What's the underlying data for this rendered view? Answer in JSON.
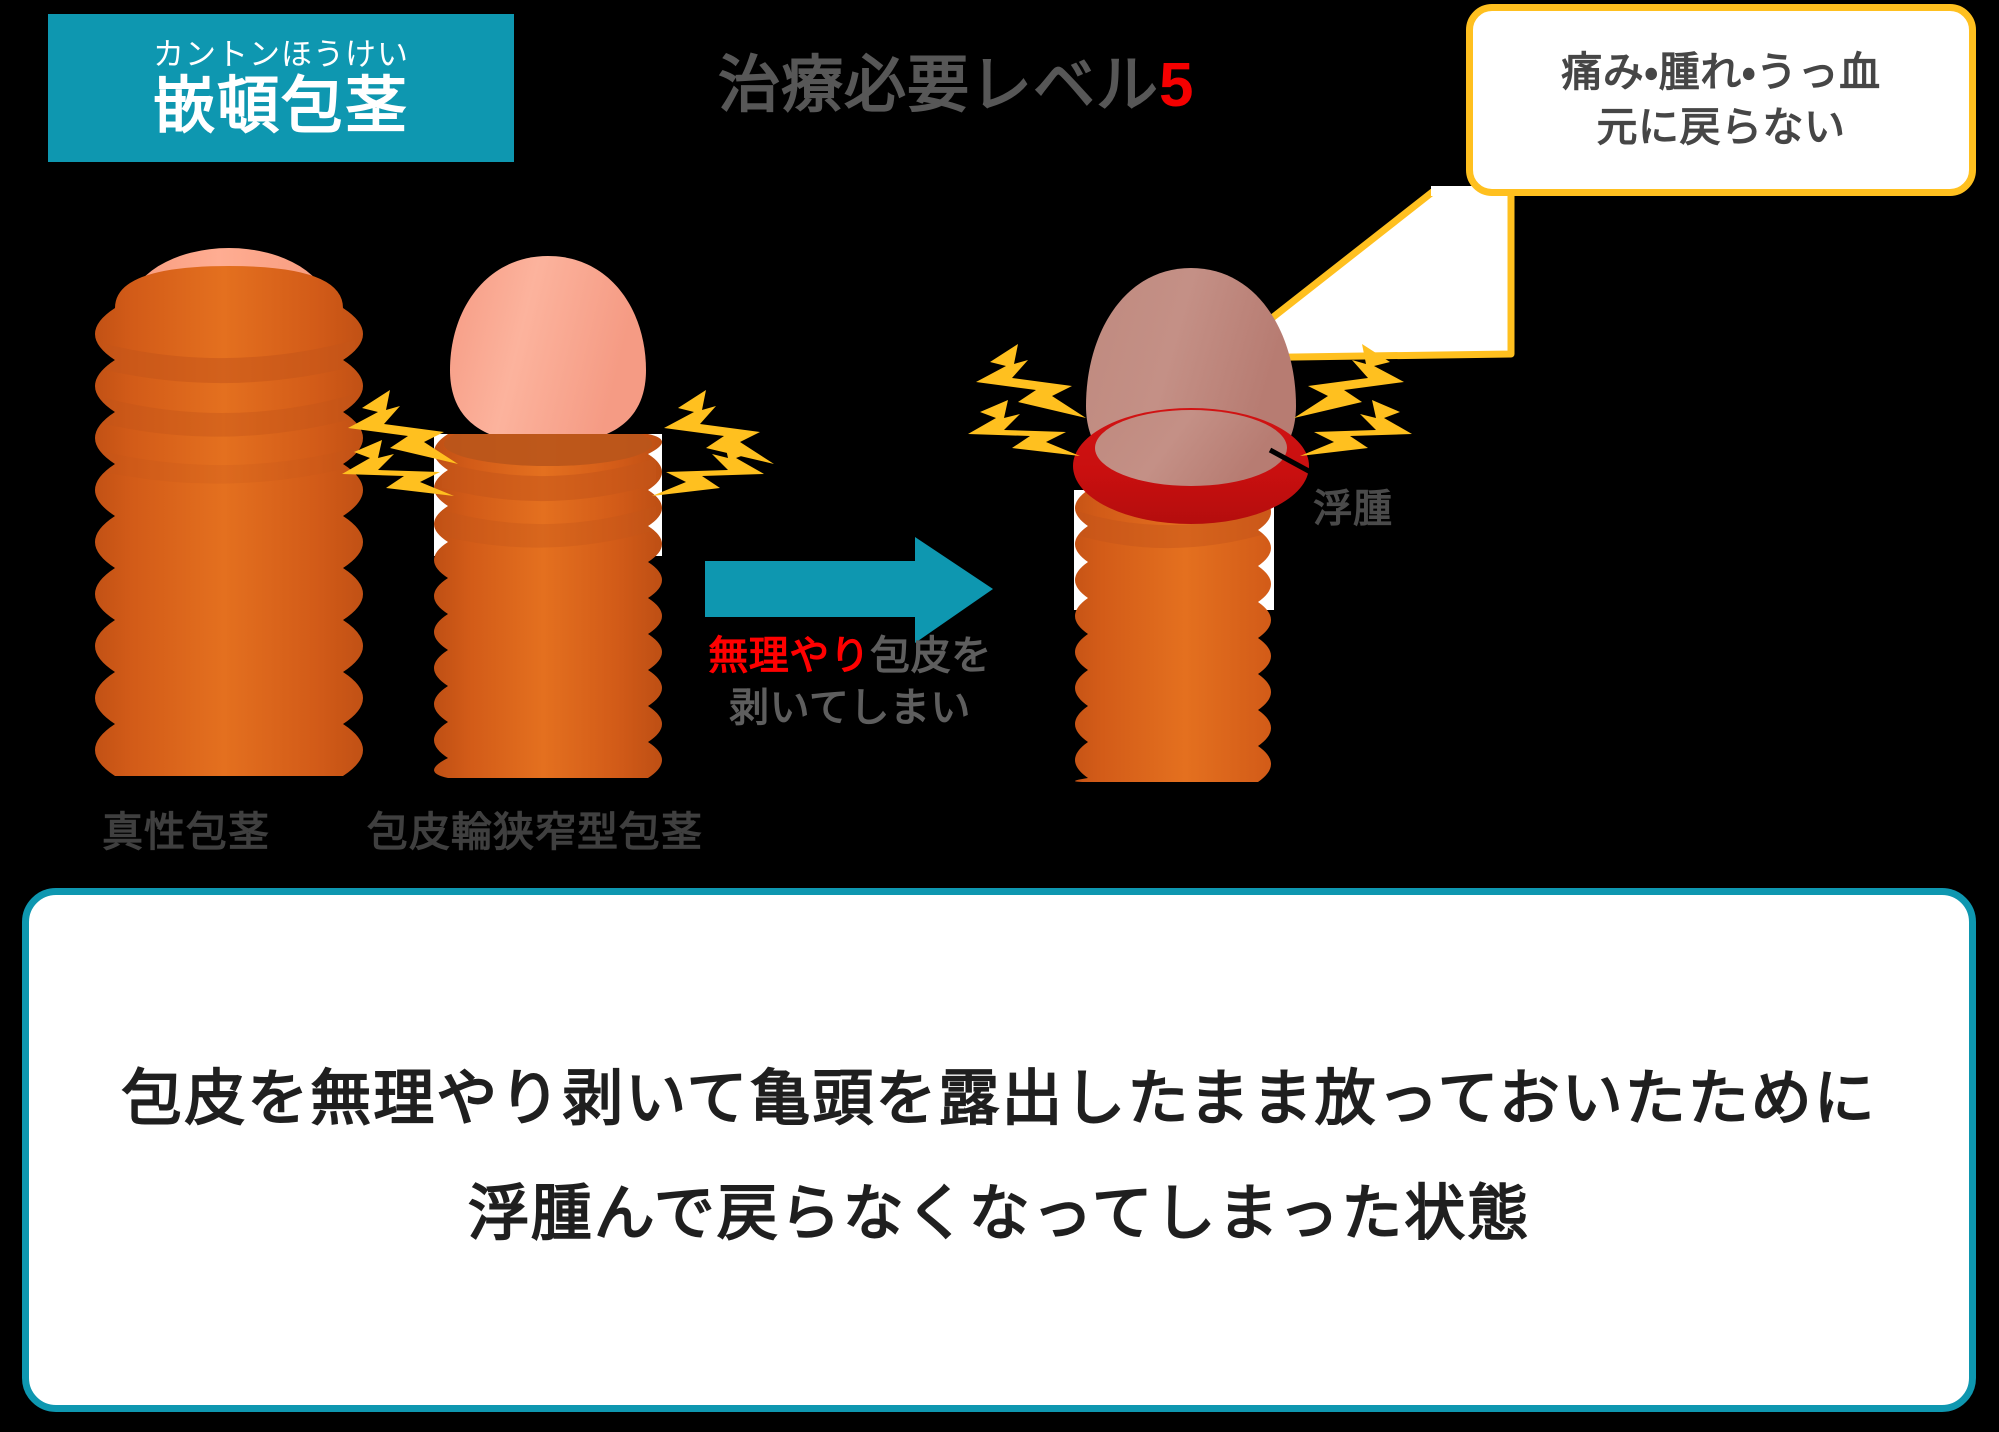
{
  "title_badge": {
    "furigana": "カントンほうけい",
    "main": "嵌頓包茎",
    "bg_color": "#0e97b0",
    "text_color": "#ffffff"
  },
  "level_heading": {
    "text": "治療必要レベル",
    "number": "5",
    "text_color": "#575757",
    "number_color": "#f50000"
  },
  "speech_bubble": {
    "line1": "痛み・腫れ・うっ血",
    "line2": "元に戻らない",
    "border_color": "#ffc01f",
    "bg_color": "#ffffff",
    "text_color": "#464646"
  },
  "figures": [
    {
      "id": "shinsei",
      "label": "真性包茎",
      "glans_color": "#ffa98d",
      "shaft_color": "#d9601c"
    },
    {
      "id": "kyosaku",
      "label": "包皮輪狭窄型包茎",
      "glans_color": "#fba994",
      "shaft_color": "#d9601c"
    },
    {
      "id": "kanton",
      "label": "",
      "glans_color": "#be8379",
      "shaft_color": "#d9601c",
      "ring_color": "#cc1111"
    }
  ],
  "edema_label": {
    "text": "浮腫",
    "text_color": "#4a4a4a"
  },
  "transition": {
    "arrow_color": "#0e97b0",
    "caption_red": "無理やり",
    "caption_rest": "包皮を",
    "caption_line2": "剥いてしまい",
    "caption_color": "#5e5e5e",
    "red_color": "#ff0000"
  },
  "summary": {
    "line1": "包皮を無理やり剥いて亀頭を露出したまま放っておいたために",
    "line2": "浮腫んで戻らなくなってしまった状態",
    "border_color": "#0e97b0",
    "bg_color": "#ffffff",
    "text_color": "#1f1f1f"
  },
  "palette": {
    "background": "#000000",
    "teal": "#0e97b0",
    "orange": "#d9601c",
    "orange_dark": "#c4551a",
    "bolt_yellow": "#ffc01f",
    "bolt_yellow_dark": "#f5b800",
    "red": "#cc1111"
  }
}
